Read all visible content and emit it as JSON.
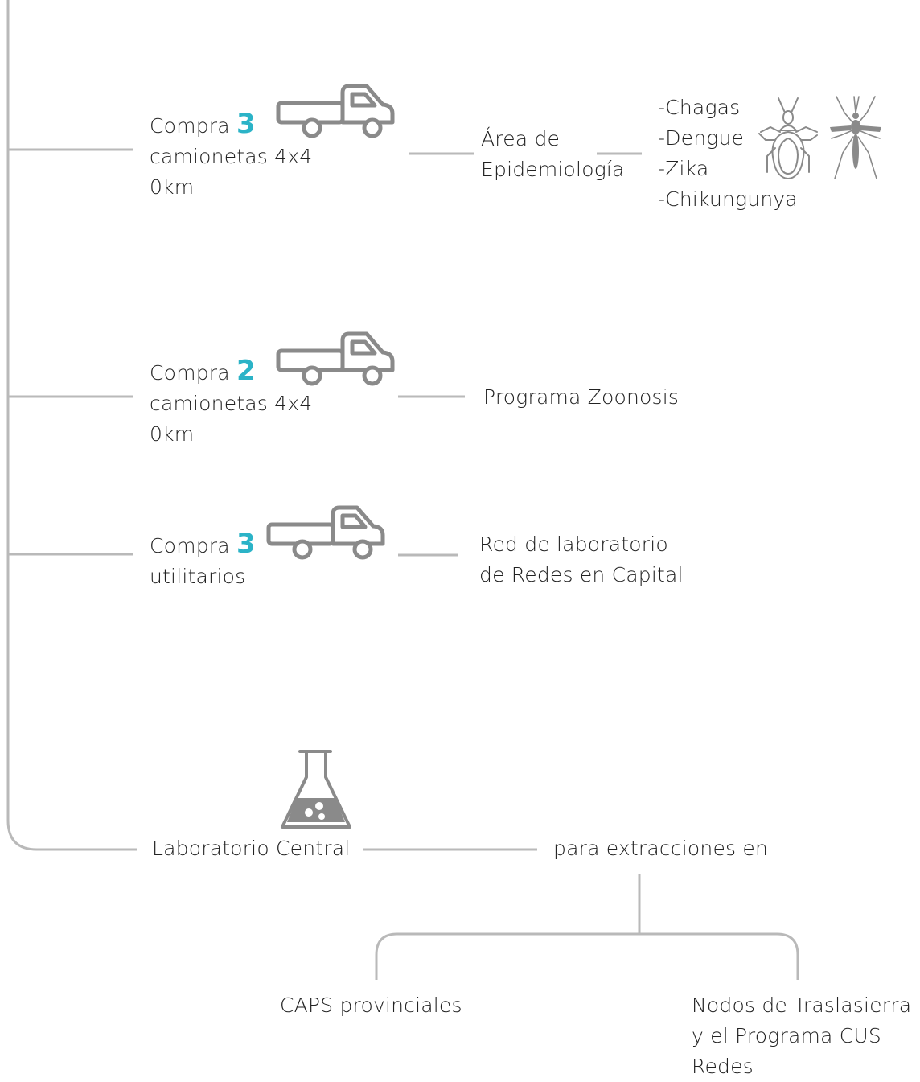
{
  "colors": {
    "line": "#b9b9b9",
    "icon": "#8a8a8a",
    "accent": "#2bb3c7",
    "text": "#222222"
  },
  "rows": [
    {
      "purchase_prefix": "Compra",
      "purchase_number": "3",
      "purchase_rest": [
        "camionetas 4x4",
        "0km"
      ],
      "icon": "pickup-truck-icon",
      "destination": [
        "Área de",
        "Epidemiología"
      ],
      "diseases": [
        "-Chagas",
        "-Dengue",
        "-Zika",
        "-Chikungunya"
      ],
      "disease_icons": [
        "kissing-bug-icon",
        "mosquito-icon"
      ]
    },
    {
      "purchase_prefix": "Compra",
      "purchase_number": "2",
      "purchase_rest": [
        "camionetas 4x4",
        "0km"
      ],
      "icon": "pickup-truck-icon",
      "destination": [
        "Programa Zoonosis"
      ]
    },
    {
      "purchase_prefix": "Compra",
      "purchase_number": "3",
      "purchase_rest": [
        "utilitarios"
      ],
      "icon": "pickup-truck-icon",
      "destination": [
        "Red de laboratorio",
        "de Redes en Capital"
      ]
    }
  ],
  "lab": {
    "label": "Laboratorio Central",
    "icon": "flask-icon",
    "connector": "para extracciones en",
    "branches": [
      {
        "lines": [
          "CAPS provinciales"
        ]
      },
      {
        "lines": [
          "Nodos de Traslasierra",
          "y el Programa CUS",
          "Redes"
        ]
      }
    ]
  }
}
